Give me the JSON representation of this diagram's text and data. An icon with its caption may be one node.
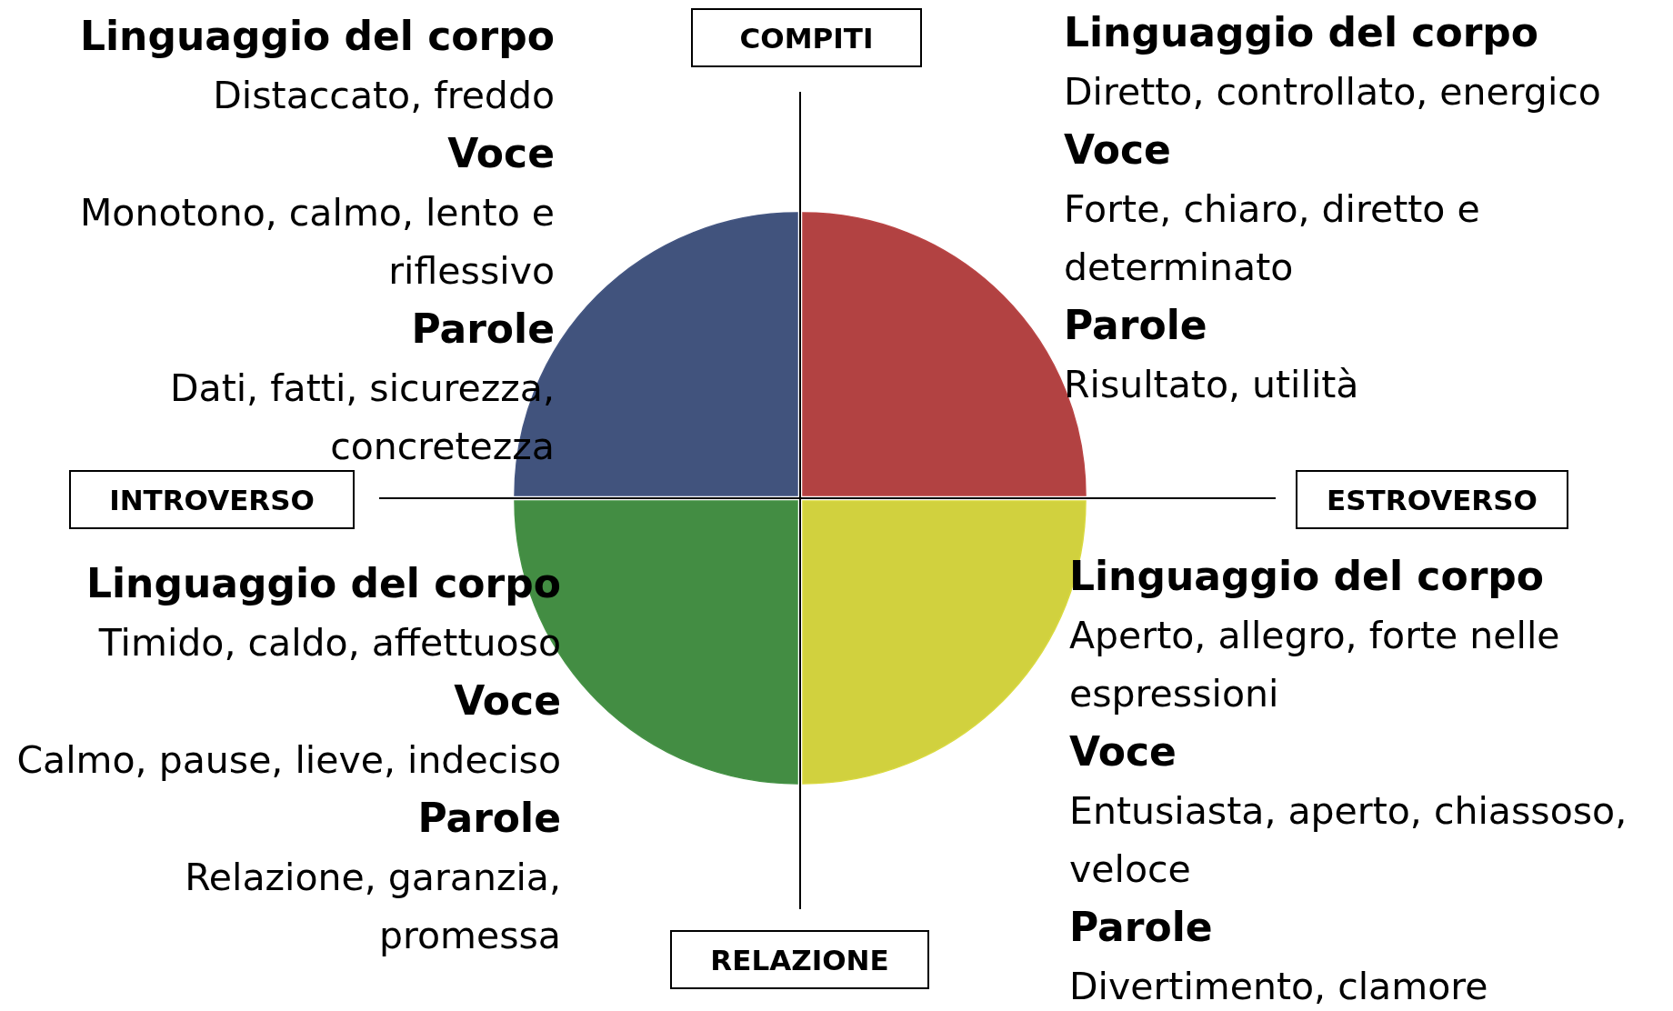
{
  "diagram": {
    "nodes": [
      {
        "text": [
          "COMPITI"
        ]
      },
      {
        "text": [
          "INTROVERSO"
        ]
      },
      {
        "text": [
          "ESTROVERSO"
        ]
      },
      {
        "text": [
          "RELAZIONE"
        ]
      }
    ],
    "labels": [
      "Linguaggio del corpo",
      "Distaccato, freddo",
      "Voce",
      "Monotono, calmo, lento e riflessivo",
      "Parole",
      "Dati, fatti, sicurezza, concretezza",
      "Linguaggio del corpo",
      "Diretto, controllato, energico",
      "Voce",
      "Forte, chiaro, diretto e determinato",
      "Parole",
      "Risultato, utilità",
      "Linguaggio del corpo",
      "Timido, caldo, affettuoso",
      "Voce",
      "Calmo, pause, lieve, indeciso",
      "Parole",
      "Relazione, garanzia, promessa",
      "Linguaggio del corpo",
      "Aperto, allegro, forte nelle espressioni",
      "Voce",
      "Entusiasta, aperto, chiassoso, veloce",
      "Parole",
      "Divertimento, clamore"
    ]
  }
}
